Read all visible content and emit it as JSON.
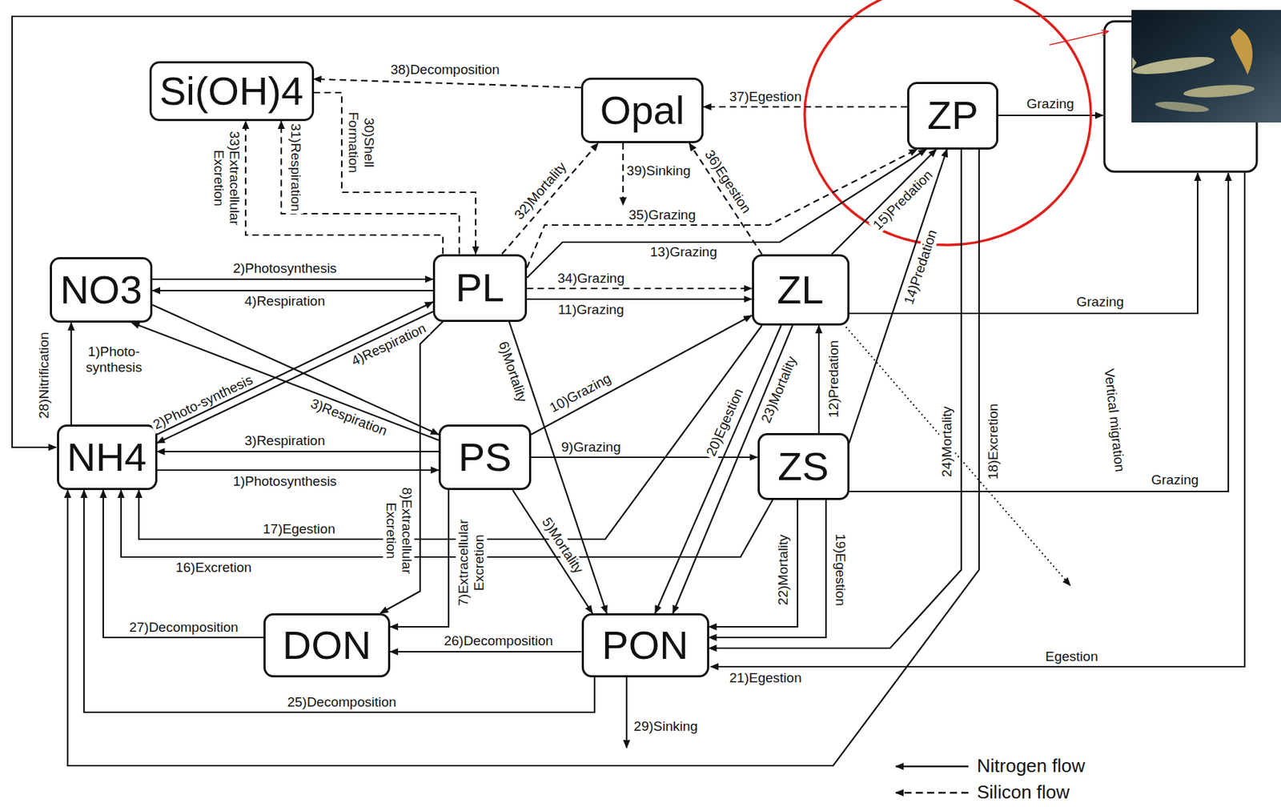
{
  "diagram": {
    "nodes": [
      {
        "text": [
          "Si(OH)4"
        ]
      },
      {
        "text": [
          "Opal"
        ]
      },
      {
        "text": [
          "ZP"
        ]
      },
      {
        "text": [
          "NO3"
        ]
      },
      {
        "text": [
          "PL"
        ]
      },
      {
        "text": [
          "ZL"
        ]
      },
      {
        "text": [
          "NH4"
        ]
      },
      {
        "text": [
          "PS"
        ]
      },
      {
        "text": [
          "ZS"
        ]
      },
      {
        "text": [
          "DON"
        ]
      },
      {
        "text": [
          "PON"
        ]
      }
    ],
    "edges": [
      {
        "from": 6,
        "to": 3,
        "arrow": "to",
        "label": "28)Nitrification"
      },
      {
        "from": 3,
        "to": 4,
        "arrow": "to",
        "label": "2)Photosynthesis"
      },
      {
        "from": 4,
        "to": 3,
        "arrow": "to",
        "label": "4)Respiration"
      },
      {
        "from": 3,
        "to": 7,
        "arrow": "to",
        "label": "1)Photo- synthesis"
      },
      {
        "from": 7,
        "to": 3,
        "arrow": "to",
        "label": "3)Respiration"
      },
      {
        "from": 6,
        "to": 4,
        "arrow": "to",
        "label": "2)Photo-synthesis"
      },
      {
        "from": 4,
        "to": 6,
        "arrow": "to",
        "label": "4)Respiration"
      },
      {
        "from": 7,
        "to": 6,
        "arrow": "to",
        "label": "3)Respiration"
      },
      {
        "from": 6,
        "to": 7,
        "arrow": "to",
        "label": "1)Photosynthesis"
      },
      {
        "from": 0,
        "to": 4,
        "arrow": "to",
        "label": "30)Shell Formation"
      },
      {
        "from": 4,
        "to": 0,
        "arrow": "to",
        "label": "31)Respiration"
      },
      {
        "from": 4,
        "to": 0,
        "arrow": "to",
        "label": "33)Extracellular Excretion"
      },
      {
        "from": 1,
        "to": 0,
        "arrow": "to",
        "label": "38)Decomposition"
      },
      {
        "from": 4,
        "to": 1,
        "arrow": "to",
        "label": "32)Mortality"
      },
      {
        "from": 2,
        "to": 1,
        "arrow": "to",
        "label": "37)Egestion"
      },
      {
        "from": 5,
        "to": 1,
        "arrow": "to",
        "label": "36)Egestion"
      },
      {
        "from": 4,
        "to": 2,
        "arrow": "to",
        "label": "35)Grazing"
      },
      {
        "from": 4,
        "to": 2,
        "arrow": "to",
        "label": "13)Grazing"
      },
      {
        "from": 4,
        "to": 5,
        "arrow": "to",
        "label": "34)Grazing"
      },
      {
        "from": 4,
        "to": 5,
        "arrow": "to",
        "label": "11)Grazing"
      },
      {
        "from": 7,
        "to": 5,
        "arrow": "to",
        "label": "10)Grazing"
      },
      {
        "from": 7,
        "to": 8,
        "arrow": "to",
        "label": "9)Grazing"
      },
      {
        "from": 5,
        "to": 2,
        "arrow": "to",
        "label": "15)Predation"
      },
      {
        "from": 8,
        "to": 2,
        "arrow": "to",
        "label": "14)Predation"
      },
      {
        "from": 8,
        "to": 5,
        "arrow": "to",
        "label": "12)Predation"
      },
      {
        "from": 4,
        "to": 9,
        "arrow": "to",
        "label": "8)Extracellular Excretion"
      },
      {
        "from": 7,
        "to": 9,
        "arrow": "to",
        "label": "7)Extracellular Excretion"
      },
      {
        "from": 4,
        "to": 10,
        "arrow": "to",
        "label": "6)Mortality"
      },
      {
        "from": 7,
        "to": 10,
        "arrow": "to",
        "label": "5)Mortality"
      },
      {
        "from": 5,
        "to": 6,
        "arrow": "to",
        "label": "17)Egestion"
      },
      {
        "from": 8,
        "to": 6,
        "arrow": "to",
        "label": "16)Excretion"
      },
      {
        "from": 5,
        "to": 10,
        "arrow": "to",
        "label": "20)Egestion"
      },
      {
        "from": 5,
        "to": 10,
        "arrow": "to",
        "label": "23)Mortality"
      },
      {
        "from": 8,
        "to": 10,
        "arrow": "to",
        "label": "22)Mortality"
      },
      {
        "from": 8,
        "to": 10,
        "arrow": "to",
        "label": "19)Egestion"
      },
      {
        "from": 2,
        "to": 10,
        "arrow": "to",
        "label": "24)Mortality"
      },
      {
        "from": 2,
        "to": 6,
        "arrow": "to",
        "label": "18)Excretion"
      },
      {
        "from": 10,
        "to": 9,
        "arrow": "to",
        "label": "26)Decomposition"
      },
      {
        "from": 10,
        "to": 6,
        "arrow": "to",
        "label": "25)Decomposition"
      },
      {
        "from": 9,
        "to": 6,
        "arrow": "to",
        "label": "27)Decomposition"
      }
    ],
    "labels": [
      "39)Sinking",
      "29)Sinking",
      "Vertical migration",
      "Grazing",
      "Grazing",
      "Grazing",
      "Egestion",
      "21)Egestion"
    ],
    "legend": [
      {
        "text": "Nitrogen flow"
      },
      {
        "text": "Silicon flow"
      }
    ]
  }
}
